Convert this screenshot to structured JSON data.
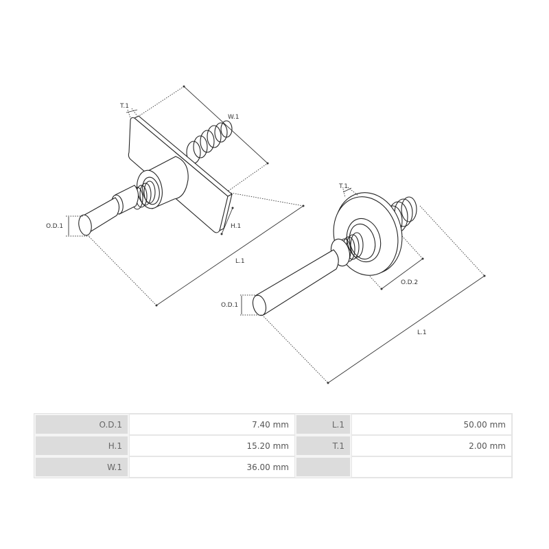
{
  "drawing": {
    "left_part": {
      "labels": {
        "t1": "T.1",
        "w1": "W.1",
        "h1": "H.1",
        "od1": "O.D.1",
        "l1": "L.1"
      }
    },
    "right_part": {
      "labels": {
        "t1": "T.1",
        "od1": "O.D.1",
        "od2": "O.D.2",
        "l1": "L.1"
      }
    }
  },
  "specs": {
    "rows": [
      {
        "label_a": "O.D.1",
        "value_a": "7.40 mm",
        "label_b": "L.1",
        "value_b": "50.00 mm"
      },
      {
        "label_a": "H.1",
        "value_a": "15.20 mm",
        "label_b": "T.1",
        "value_b": "2.00 mm"
      },
      {
        "label_a": "W.1",
        "value_a": "36.00 mm",
        "label_b": "",
        "value_b": ""
      }
    ]
  }
}
